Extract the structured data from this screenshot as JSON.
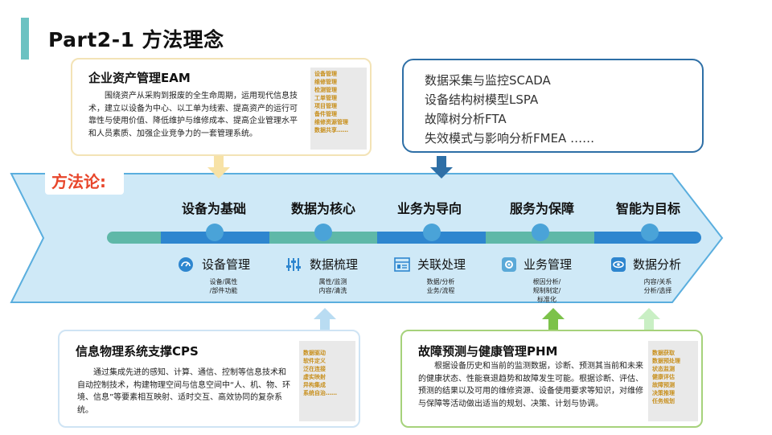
{
  "slide": {
    "title": "Part2-1  方法理念"
  },
  "method_label": "方法论:",
  "eam": {
    "title": "企业资产管理EAM",
    "desc": "围绕资产从采购到报废的全生命周期，运用现代信息技术，建立以设备为中心、以工单为线索、提高资产的运行可靠性与使用价值、降低维护与维修成本、提高企业管理水平和人员素质、加强企业竞争力的一套管理系统。",
    "tags": [
      "设备管理",
      "维修管理",
      "检测管理",
      "工单管理",
      "项目管理",
      "备件管理",
      "维修资源管理",
      "数据共享……"
    ]
  },
  "scada": {
    "lines": [
      "数据采集与监控SCADA",
      "设备结构树模型LSPA",
      "故障树分析FTA",
      "失效模式与影响分析FMEA ……"
    ]
  },
  "cps": {
    "title": "信息物理系统支撑CPS",
    "desc": "通过集成先进的感知、计算、通信、控制等信息技术和自动控制技术，构建物理空间与信息空间中“人、机、物、环境、信息”等要素相互映射、适时交互、高效协同的复杂系统。",
    "tags": [
      "数据驱动",
      "软件定义",
      "泛在连接",
      "虚实映射",
      "异构集成",
      "系统自治……"
    ]
  },
  "phm": {
    "title": "故障预测与健康管理PHM",
    "desc": "根据设备历史和当前的监测数据，诊断、预测其当前和未来的健康状态、性能衰退趋势和故障发生可能。根据诊断、评估、预测的结果以及可用的维修资源、设备使用要求等知识，对维修与保障等活动做出适当的规划、决策、计划与协调。",
    "tags": [
      "数据获取",
      "数据预处理",
      "状态监测",
      "健康评估",
      "故障预测",
      "决策推理",
      "任务规划"
    ]
  },
  "principles": [
    "设备为基础",
    "数据为核心",
    "业务为导向",
    "服务为保障",
    "智能为目标"
  ],
  "modules": [
    {
      "title": "设备管理",
      "sub": [
        "设备/属性",
        "/部件功能"
      ],
      "icon": "gauge-icon"
    },
    {
      "title": "数据梳理",
      "sub": [
        "属性/监测",
        "内容/清洗"
      ],
      "icon": "sliders-icon"
    },
    {
      "title": "关联处理",
      "sub": [
        "数据/分析",
        "业务/流程"
      ],
      "icon": "grid-icon"
    },
    {
      "title": "业务管理",
      "sub": [
        "根因分析/",
        "规制制定/",
        "标准化"
      ],
      "icon": "gear-icon"
    },
    {
      "title": "数据分析",
      "sub": [
        "内容/关系",
        "分析/选择"
      ],
      "icon": "eye-icon"
    }
  ],
  "colors": {
    "accent_teal": "#6cc2c2",
    "band_fill": "#cfe9f7",
    "band_border": "#5aaede",
    "line_blue": "#2e86cf",
    "line_teal": "#5fb8a8",
    "method_red": "#e8462b",
    "tag_gold": "#c8901e"
  }
}
